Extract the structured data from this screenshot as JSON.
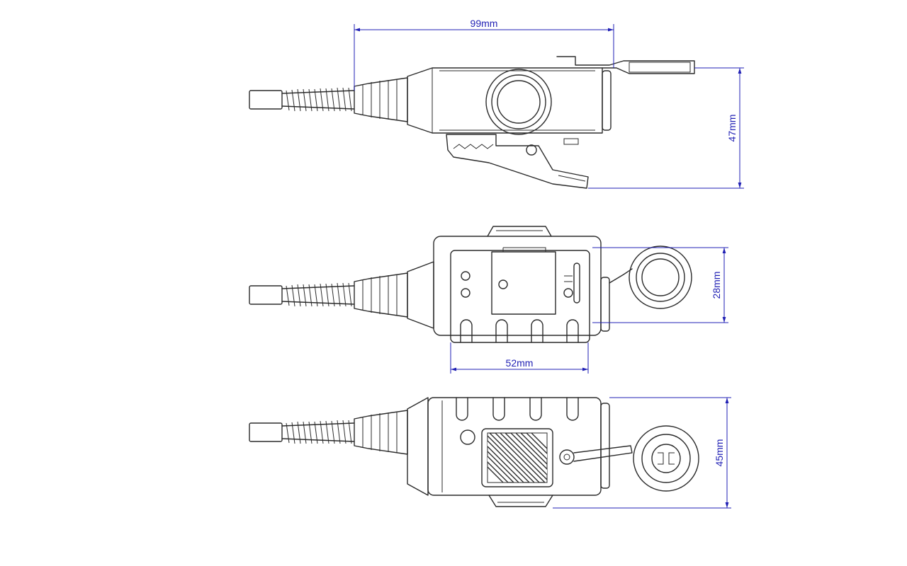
{
  "dimensions": {
    "length": "99mm",
    "height": "47mm",
    "clip_height": "28mm",
    "clip_width": "52mm",
    "depth": "45mm"
  },
  "colors": {
    "outline": "#2b2b2b",
    "dimension": "#1f1fb4",
    "background": "#ffffff"
  }
}
